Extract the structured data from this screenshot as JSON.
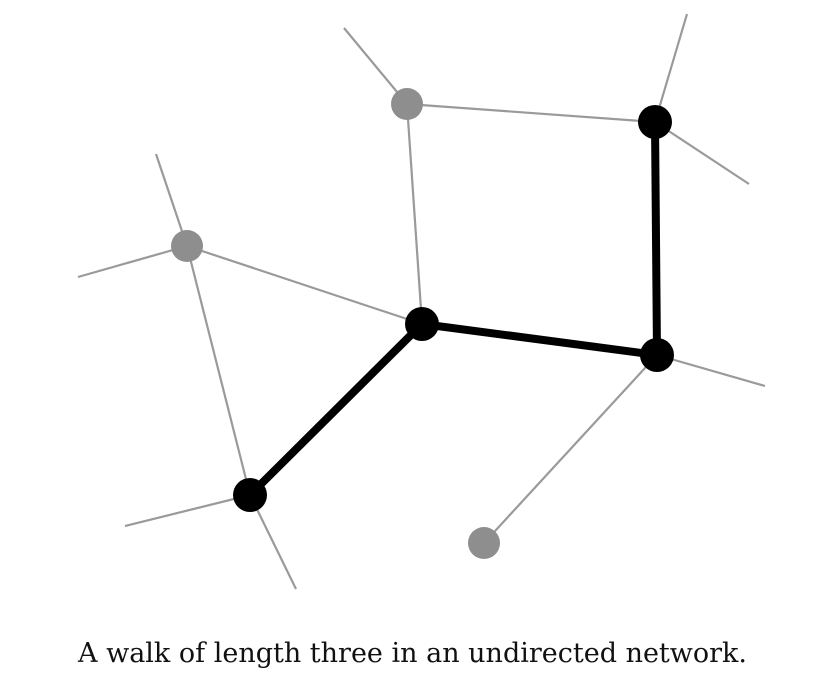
{
  "caption": "A walk of length three in an undirected network.",
  "colors": {
    "walk": "#000000",
    "edge": "#9a9a9a",
    "node_other": "#8e8e8e",
    "background": "#ffffff"
  },
  "nodes": [
    {
      "id": "n1",
      "on_walk": false
    },
    {
      "id": "n2",
      "on_walk": true
    },
    {
      "id": "n3",
      "on_walk": false
    },
    {
      "id": "n4",
      "on_walk": true
    },
    {
      "id": "n5",
      "on_walk": true
    },
    {
      "id": "n6",
      "on_walk": true
    },
    {
      "id": "n7",
      "on_walk": false
    }
  ],
  "edges": [
    {
      "from": "n1",
      "to": "n2",
      "on_walk": false
    },
    {
      "from": "n1",
      "to": "n4",
      "on_walk": false
    },
    {
      "from": "n3",
      "to": "n4",
      "on_walk": false
    },
    {
      "from": "n3",
      "to": "n6",
      "on_walk": false
    },
    {
      "from": "n4",
      "to": "n6",
      "on_walk": true
    },
    {
      "from": "n4",
      "to": "n5",
      "on_walk": true
    },
    {
      "from": "n5",
      "to": "n2",
      "on_walk": true
    },
    {
      "from": "n5",
      "to": "n7",
      "on_walk": false
    }
  ],
  "walk_length": 3
}
